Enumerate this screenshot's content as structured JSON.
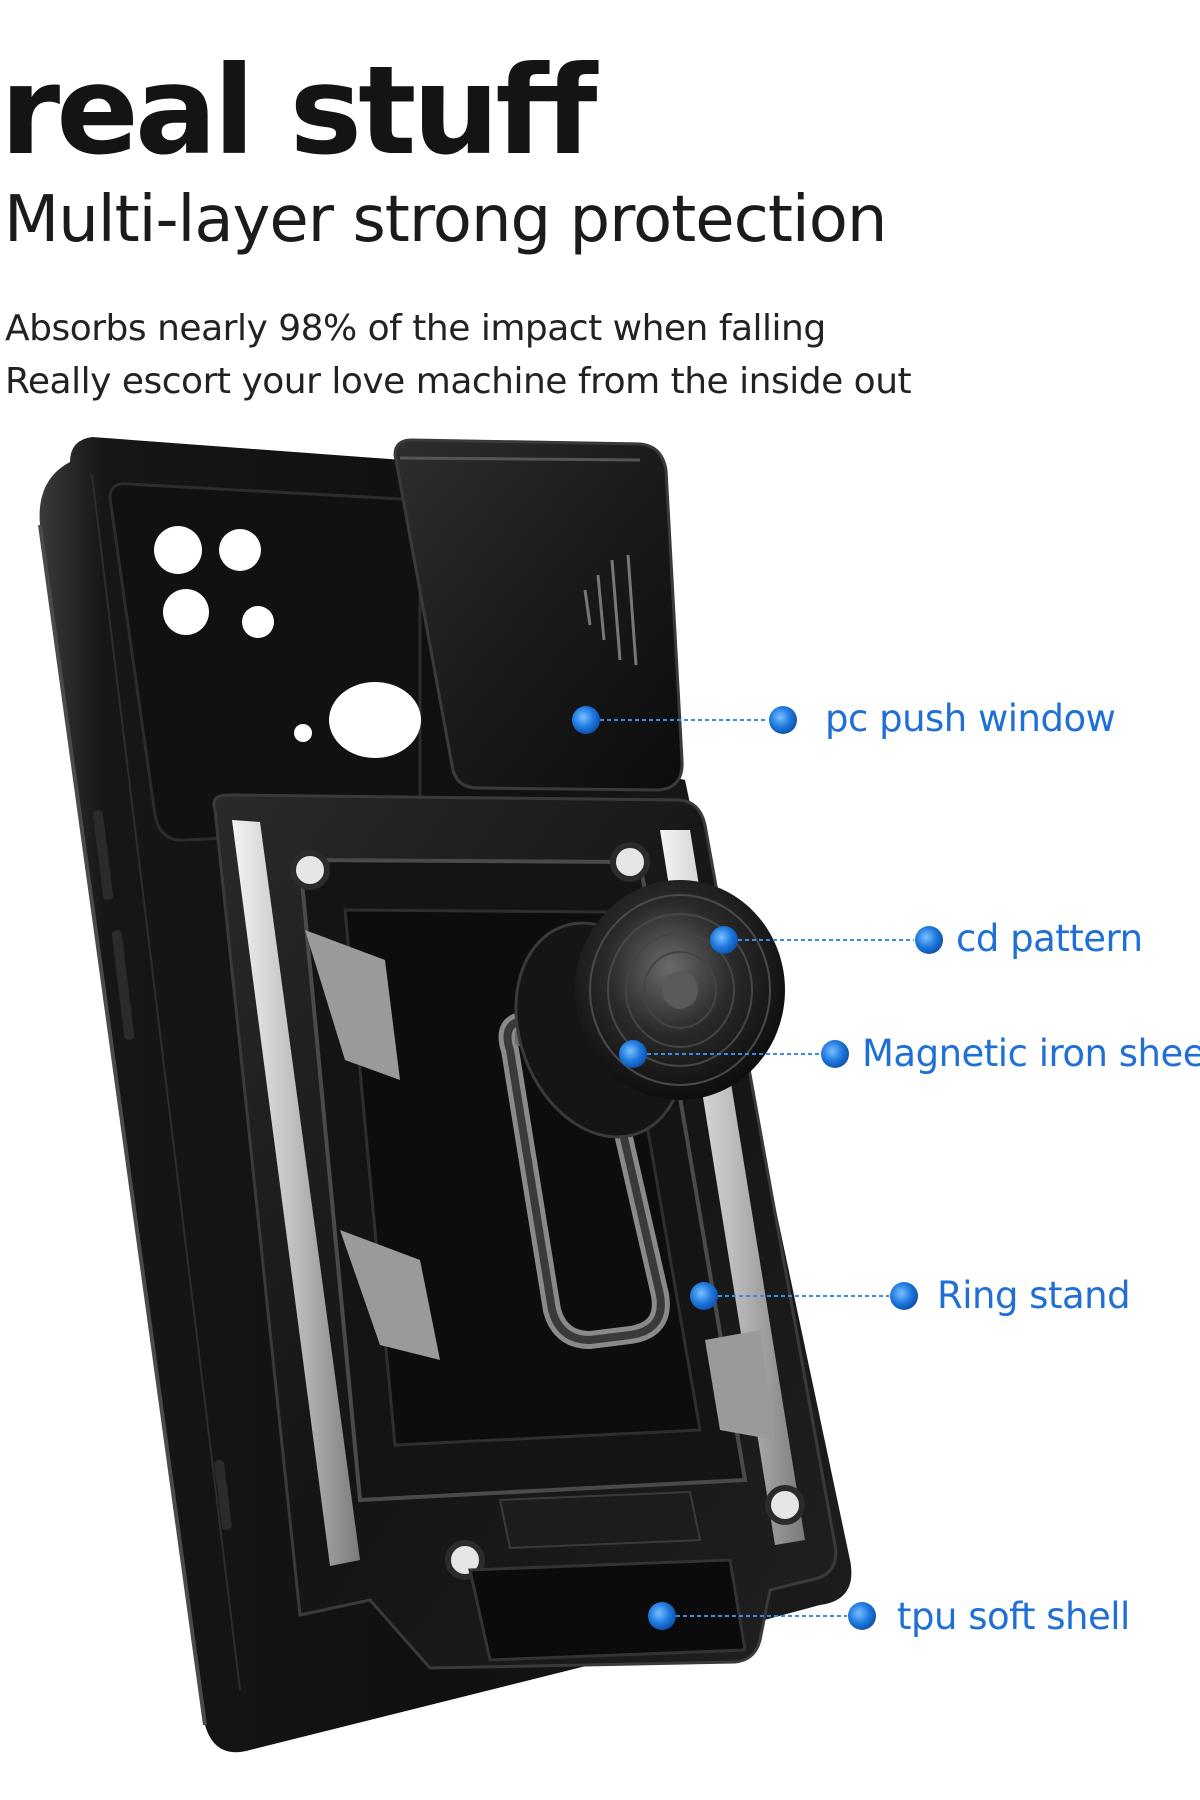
{
  "header": {
    "title": "real stuff",
    "subtitle": "Multi-layer strong protection"
  },
  "description": {
    "line1": "Absorbs nearly 98% of the impact when falling",
    "line2": "Really escort your love machine from the inside out"
  },
  "callouts": [
    {
      "label": "pc push window"
    },
    {
      "label": "cd pattern"
    },
    {
      "label": "Magnetic iron sheet"
    },
    {
      "label": "Ring stand"
    },
    {
      "label": "tpu soft shell"
    }
  ],
  "colors": {
    "accent": "#1f7ae0",
    "background": "#ffffff",
    "text": "#141414"
  }
}
